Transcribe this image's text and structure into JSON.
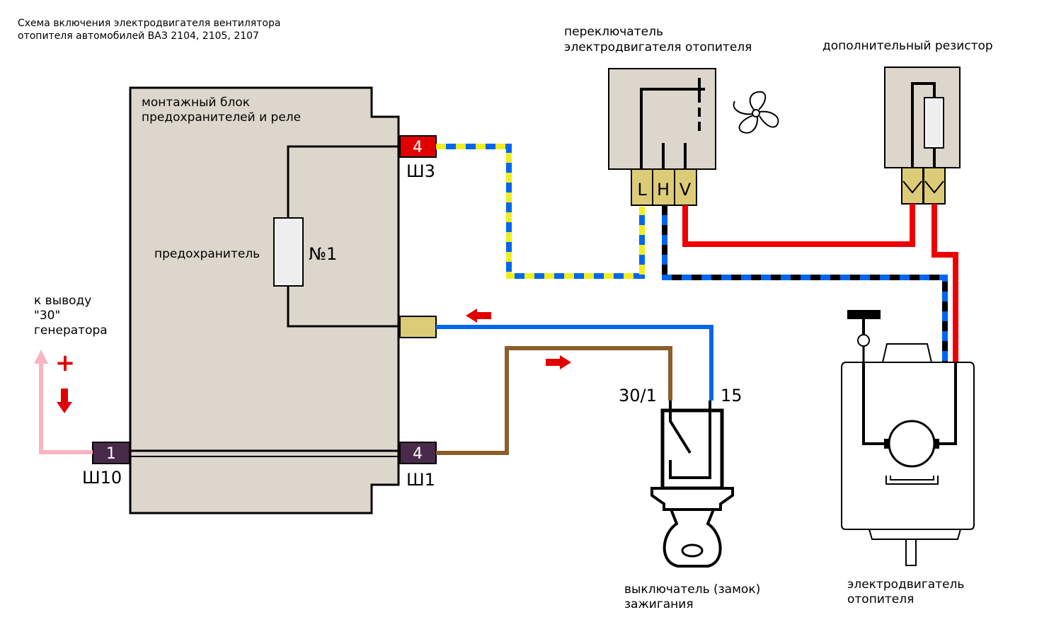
{
  "title": {
    "line1": "Схема включения электродвигателя вентилятора",
    "line2": "отопителя автомобилей ВАЗ 2104, 2105, 2107"
  },
  "fuse_block": {
    "label_line1": "монтажный блок",
    "label_line2": "предохранителей и реле",
    "fuse_label": "предохранитель",
    "fuse_number": "№1",
    "connector_top_pin": "4",
    "connector_top_name": "Ш3",
    "connector_bottom_pin": "4",
    "connector_bottom_name": "Ш1",
    "connector_left_pin": "1",
    "connector_left_name": "Ш10"
  },
  "generator": {
    "line1": "к выводу",
    "line2": "\"30\"",
    "line3": "генератора",
    "plus_sign": "+"
  },
  "switch": {
    "label_line1": "переключатель",
    "label_line2": "электродвигателя отопителя",
    "pins": [
      "L",
      "H",
      "V"
    ]
  },
  "resistor": {
    "label": "дополнительный резистор"
  },
  "ignition": {
    "terminal_left": "30/1",
    "terminal_right": "15",
    "label_line1": "выключатель (замок)",
    "label_line2": "зажигания"
  },
  "motor": {
    "label_line1": "электродвигатель",
    "label_line2": "отопителя"
  },
  "colors": {
    "housing": "#ddd6cc",
    "connector_pin": "#ddcc77",
    "red_connector": "#e00000",
    "purple_connector": "#4a2a4a",
    "wire_red": "#ee0000",
    "wire_blue": "#0066ee",
    "wire_yellow": "#eeee22",
    "wire_brown": "#8b5e2b",
    "wire_pink": "#f8b4c0",
    "wire_black": "#000000"
  }
}
